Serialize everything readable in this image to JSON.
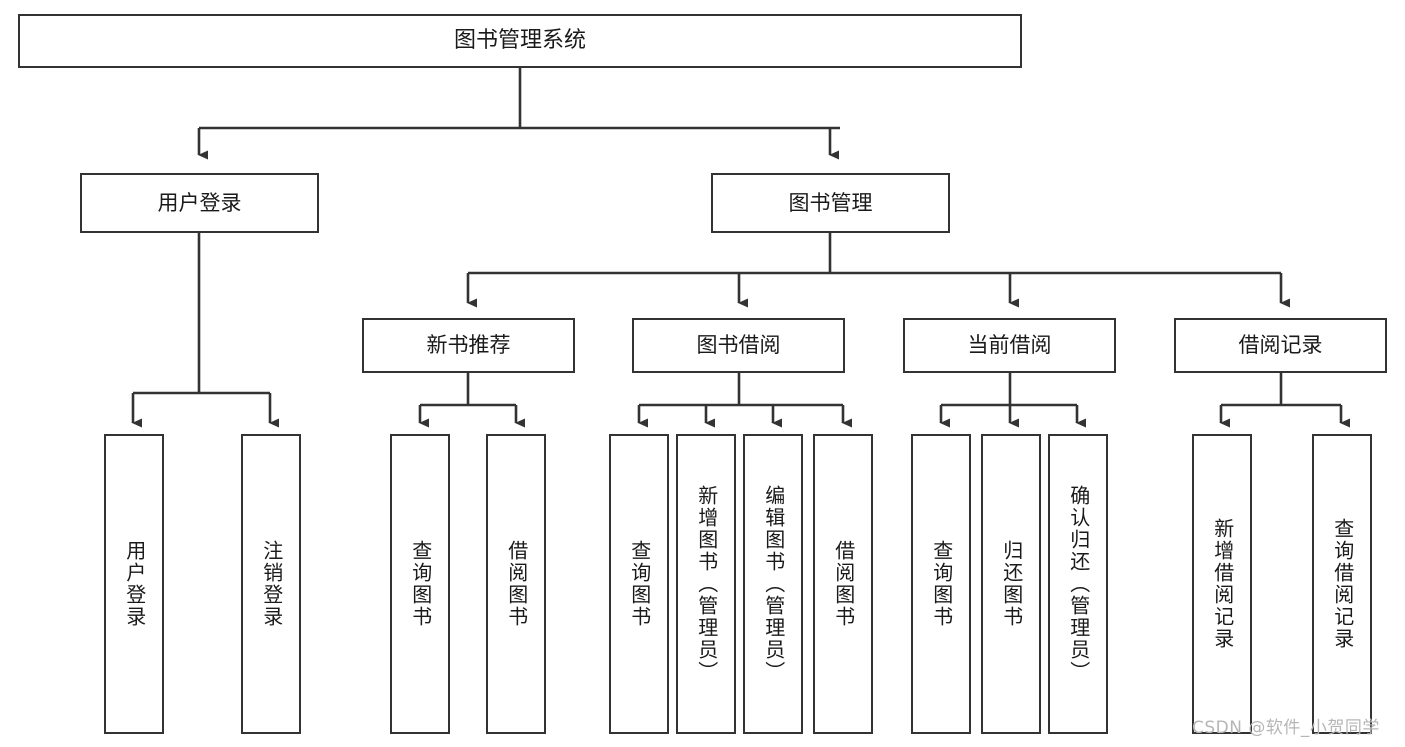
{
  "diagram": {
    "title": "图书管理系统",
    "watermark": "CSDN @软件_小贺同学",
    "stroke_color": "#333333",
    "background_color": "#ffffff",
    "text_color": "#1a1a1a",
    "watermark_color": "#b6b6b6"
  },
  "nodes": {
    "root": {
      "label": "图书管理系统"
    },
    "level2": [
      {
        "id": "user-login",
        "label": "用户登录"
      },
      {
        "id": "book-manage",
        "label": "图书管理"
      }
    ],
    "level3": [
      {
        "id": "new-book-recommend",
        "label": "新书推荐"
      },
      {
        "id": "book-borrow",
        "label": "图书借阅"
      },
      {
        "id": "current-borrow",
        "label": "当前借阅"
      },
      {
        "id": "borrow-record",
        "label": "借阅记录"
      }
    ],
    "leaves": {
      "user_login": [
        {
          "id": "leaf-user-login",
          "label": "用户登录"
        },
        {
          "id": "leaf-logout-login",
          "label": "注销登录"
        }
      ],
      "new_book_recommend": [
        {
          "id": "leaf-query-book-1",
          "label": "查询图书"
        },
        {
          "id": "leaf-borrow-book-1",
          "label": "借阅图书"
        }
      ],
      "book_borrow": [
        {
          "id": "leaf-query-book-2",
          "label": "查询图书"
        },
        {
          "id": "leaf-add-book",
          "label": "新增图书（管理员）"
        },
        {
          "id": "leaf-edit-book",
          "label": "编辑图书（管理员）"
        },
        {
          "id": "leaf-borrow-book-2",
          "label": "借阅图书"
        }
      ],
      "current_borrow": [
        {
          "id": "leaf-query-book-3",
          "label": "查询图书"
        },
        {
          "id": "leaf-return-book",
          "label": "归还图书"
        },
        {
          "id": "leaf-confirm-return",
          "label": "确认归还（管理员）"
        }
      ],
      "borrow_record": [
        {
          "id": "leaf-add-borrow-record",
          "label": "新增借阅记录"
        },
        {
          "id": "leaf-query-borrow-record",
          "label": "查询借阅记录"
        }
      ]
    }
  }
}
